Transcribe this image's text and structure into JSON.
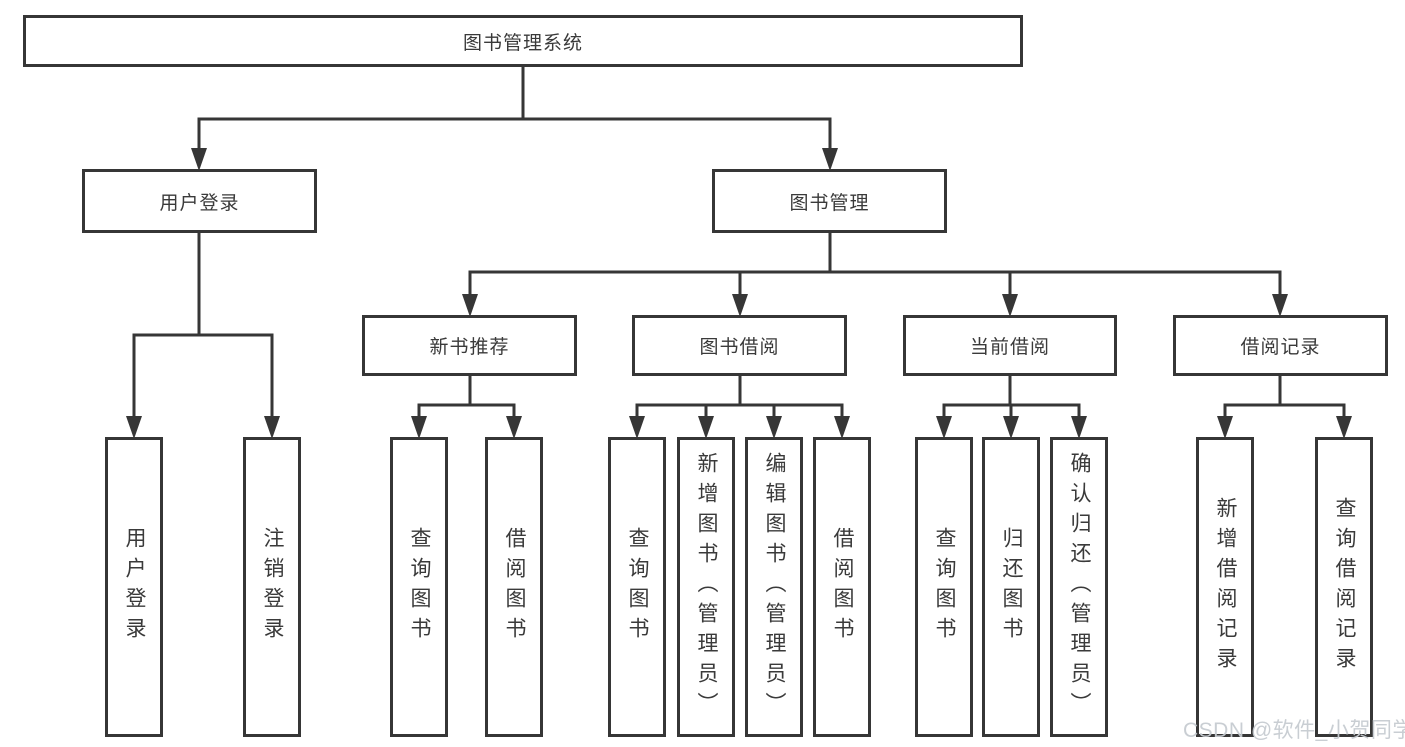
{
  "diagram": {
    "title": "图书管理系统",
    "root": {
      "label": "图书管理系统"
    },
    "branches": [
      {
        "label": "用户登录",
        "children": [
          {
            "label": "用户登录"
          },
          {
            "label": "注销登录"
          }
        ]
      },
      {
        "label": "图书管理",
        "children": [
          {
            "label": "新书推荐",
            "children": [
              {
                "label": "查询图书"
              },
              {
                "label": "借阅图书"
              }
            ]
          },
          {
            "label": "图书借阅",
            "children": [
              {
                "label": "查询图书"
              },
              {
                "label": "新增图书（管理员）"
              },
              {
                "label": "编辑图书（管理员）"
              },
              {
                "label": "借阅图书"
              }
            ]
          },
          {
            "label": "当前借阅",
            "children": [
              {
                "label": "查询图书"
              },
              {
                "label": "归还图书"
              },
              {
                "label": "确认归还（管理员）"
              }
            ]
          },
          {
            "label": "借阅记录",
            "children": [
              {
                "label": "新增借阅记录"
              },
              {
                "label": "查询借阅记录"
              }
            ]
          }
        ]
      }
    ]
  },
  "watermark": "CSDN @软件_小贺同学",
  "colors": {
    "line": "#363636",
    "text": "#3a3a3a",
    "background": "#ffffff",
    "watermark": "#c6cbd1"
  }
}
